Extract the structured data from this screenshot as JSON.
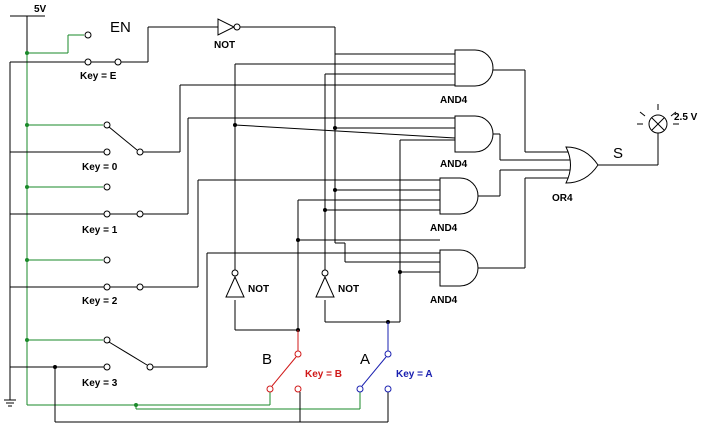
{
  "supply": {
    "label": "5V"
  },
  "enable": {
    "label": "EN",
    "key_label": "Key = E"
  },
  "switches": [
    {
      "key_label": "Key = 0"
    },
    {
      "key_label": "Key = 1"
    },
    {
      "key_label": "Key = 2"
    },
    {
      "key_label": "Key = 3"
    }
  ],
  "select_b": {
    "label": "B",
    "key_label": "Key = B",
    "color": "#d01818"
  },
  "select_a": {
    "label": "A",
    "key_label": "Key = A",
    "color": "#1a20b0"
  },
  "gates": {
    "not_top": "NOT",
    "not_left": "NOT",
    "not_right": "NOT",
    "and1": "AND4",
    "and2": "AND4",
    "and3": "AND4",
    "and4": "AND4",
    "or": "OR4"
  },
  "output": {
    "label": "S",
    "lamp_label": "2.5 V"
  },
  "colors": {
    "wire": "#000000",
    "supply_wire": "#1a8a2a"
  }
}
